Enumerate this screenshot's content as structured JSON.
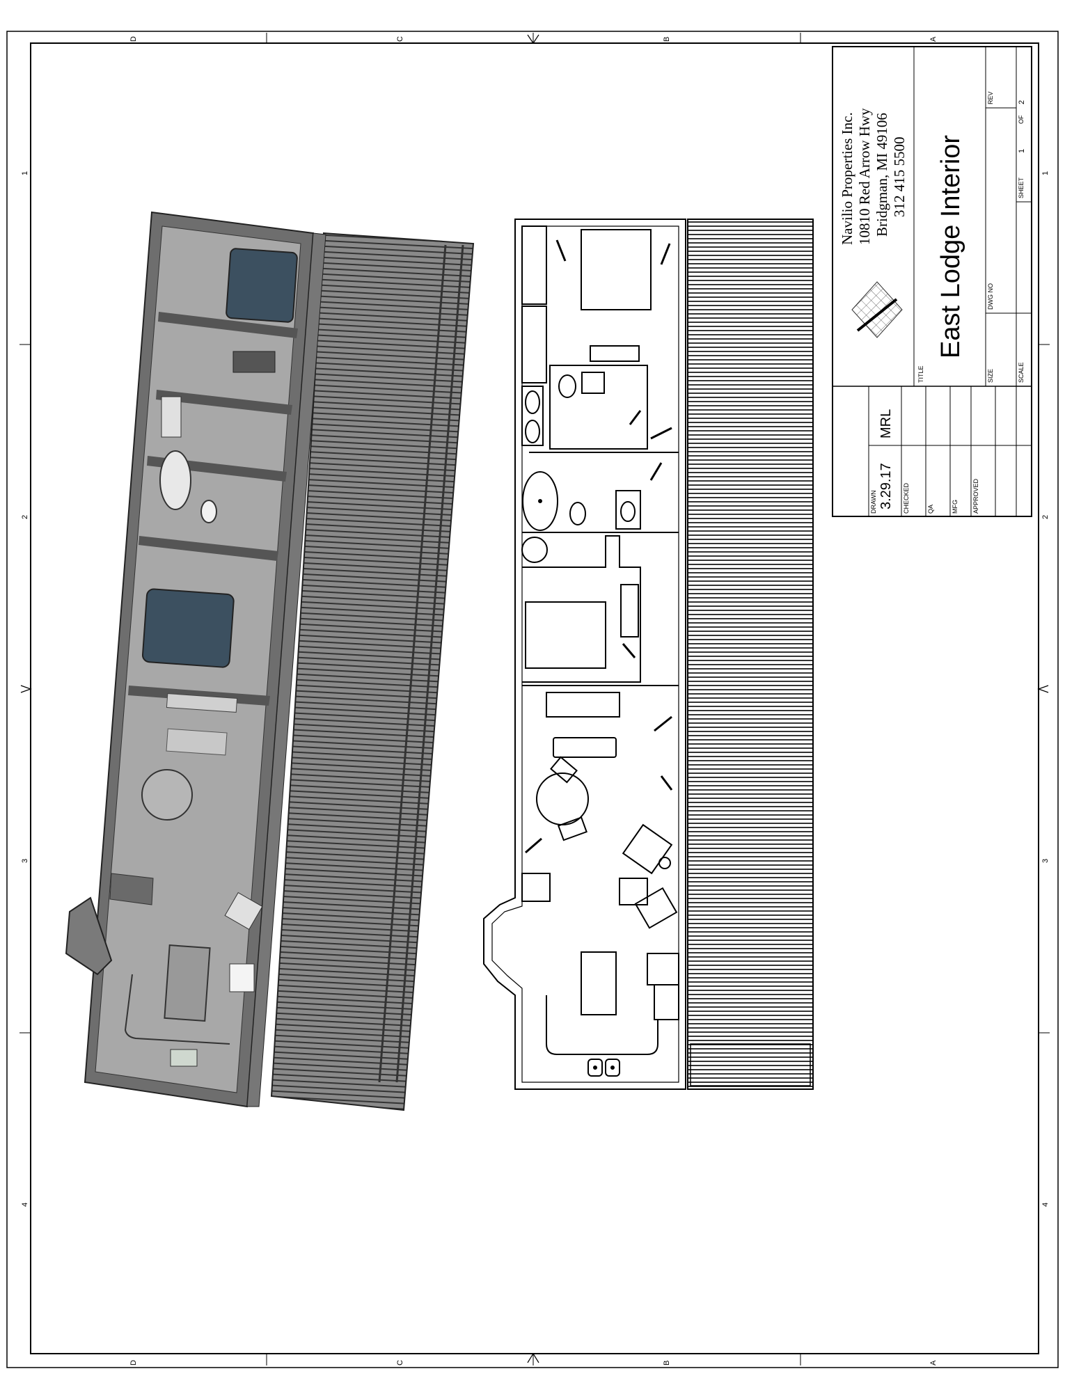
{
  "title_block": {
    "company": "Navilio Properties Inc.",
    "address": "10810 Red Arrow Hwy",
    "city": "Bridgman, MI 49106",
    "phone": "312 415 5500",
    "title_label": "TITLE",
    "title": "East Lodge Interior",
    "size_label": "SIZE",
    "dwg_no_label": "DWG NO",
    "rev_label": "REV",
    "scale_label": "SCALE",
    "sheet_label": "SHEET",
    "sheet_num": "1",
    "of_label": "OF",
    "sheet_total": "2",
    "drawn_label": "DRAWN",
    "drawn_date": "3.29.17",
    "drawn_by": "MRL",
    "checked_label": "CHECKED",
    "qa_label": "QA",
    "mfg_label": "MFG",
    "approved_label": "APPROVED"
  },
  "border": {
    "row_letters": [
      "D",
      "C",
      "B",
      "A"
    ],
    "col_numbers": [
      "1",
      "2",
      "3",
      "4"
    ]
  },
  "colors": {
    "model_wall": "#6e6e6e",
    "model_floor": "#a8a8a8",
    "model_bed": "#3c5060",
    "deck": "#555555"
  }
}
